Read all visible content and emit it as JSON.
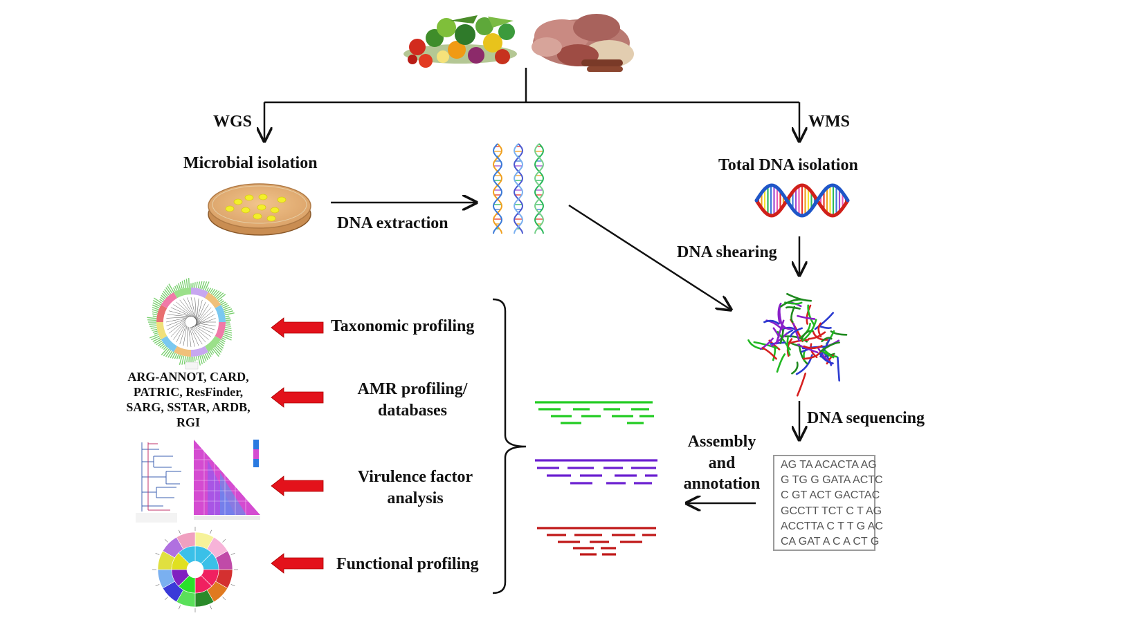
{
  "branches": {
    "left": "WGS",
    "right": "WMS"
  },
  "steps": {
    "microbial_isolation": "Microbial isolation",
    "dna_extraction": "DNA extraction",
    "total_dna_isolation": "Total DNA isolation",
    "dna_shearing": "DNA shearing",
    "dna_sequencing": "DNA sequencing",
    "assembly_1": "Assembly",
    "assembly_2": "and",
    "assembly_3": "annotation"
  },
  "analyses": {
    "taxonomic": "Taxonomic profiling",
    "amr_1": "AMR profiling/",
    "amr_2": "databases",
    "virulence_1": "Virulence factor",
    "virulence_2": "analysis",
    "functional": "Functional profiling"
  },
  "databases": {
    "line1": "ARG-ANNOT, CARD,",
    "line2": "PATRIC, ResFinder,",
    "line3": "SARG, SSTAR, ARDB,",
    "line4": "RGI"
  },
  "sequence_lines": [
    "AG TA ACACTA AG",
    "G TG G GATA ACTC",
    "C GT ACT GACTAC",
    "GCCTT TCT C T AG",
    "ACCTTA C T T G AC",
    "CA GAT A C A CT G"
  ],
  "colors": {
    "arrow_red": "#e3121b",
    "read_green": "#22cc22",
    "read_purple": "#6a1fd0",
    "read_red": "#c01818",
    "petri_agar": "#e9b57a",
    "colony": "#f3ef2a"
  }
}
